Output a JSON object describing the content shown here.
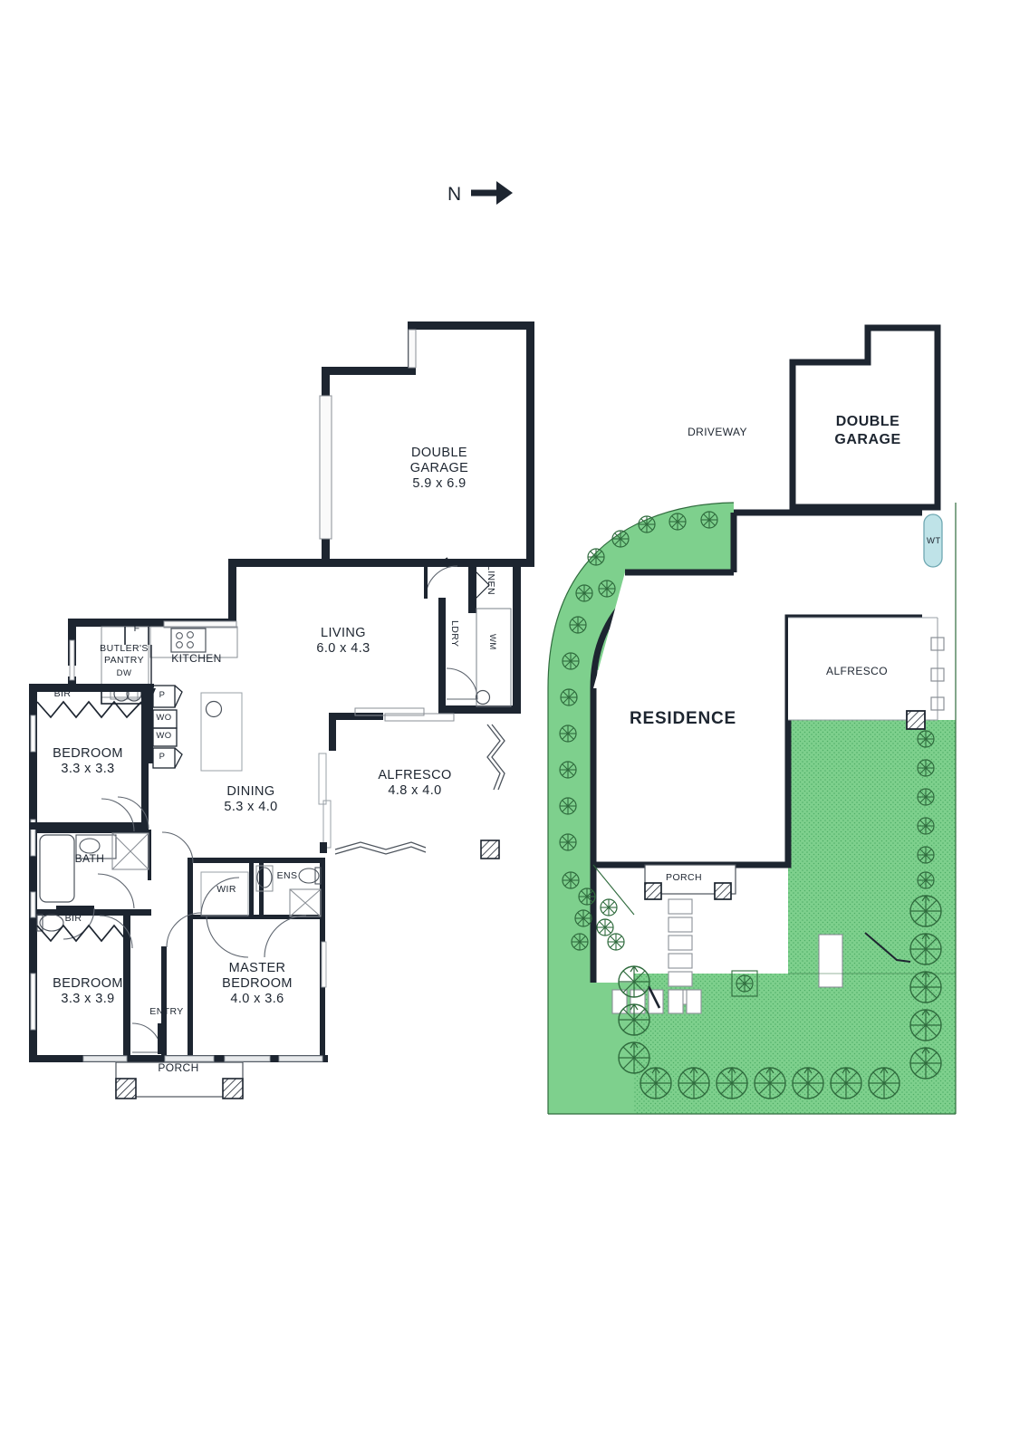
{
  "compass": {
    "label": "N",
    "icon": "north-arrow-icon"
  },
  "floorplan": {
    "rooms": [
      {
        "key": "double_garage",
        "name": "DOUBLE\nGARAGE",
        "line1": "DOUBLE",
        "line2": "GARAGE",
        "dim": "5.9 x 6.9"
      },
      {
        "key": "living",
        "line1": "LIVING",
        "dim": "6.0 x 4.3"
      },
      {
        "key": "dining",
        "line1": "DINING",
        "dim": "5.3 x 4.0"
      },
      {
        "key": "alfresco",
        "line1": "ALFRESCO",
        "dim": "4.8 x 4.0"
      },
      {
        "key": "bedroom2",
        "line1": "BEDROOM",
        "dim": "3.3 x 3.3"
      },
      {
        "key": "bedroom3",
        "line1": "BEDROOM",
        "dim": "3.3 x 3.9"
      },
      {
        "key": "master",
        "line1": "MASTER",
        "line2": "BEDROOM",
        "dim": "4.0 x 3.6"
      }
    ],
    "labels": {
      "kitchen": "KITCHEN",
      "butlers_pantry_l1": "BUTLER'S",
      "butlers_pantry_l2": "PANTRY",
      "dishwasher": "DW",
      "fridge": "F",
      "pantry_1": "P",
      "pantry_2": "P",
      "wall_oven_1": "WO",
      "wall_oven_2": "WO",
      "bir_1": "BIR",
      "bir_2": "BIR",
      "bath": "BATH",
      "wir": "WIR",
      "ens": "ENS",
      "laundry": "LDRY",
      "linen": "LINEN",
      "washing_machine": "WM",
      "entry": "ENTRY",
      "porch": "PORCH"
    }
  },
  "siteplan": {
    "labels": {
      "driveway": "DRIVEWAY",
      "double_garage_l1": "DOUBLE",
      "double_garage_l2": "GARAGE",
      "residence": "RESIDENCE",
      "alfresco": "ALFRESCO",
      "porch": "PORCH",
      "water_tank": "WT"
    }
  },
  "colors": {
    "wall": "#1d2530",
    "thin_line": "#3a3f4a",
    "garden_fill": "#7ed08d",
    "garden_stroke": "#2f6b3d",
    "water_tank": "#bfe3e8",
    "text": "#1d2530",
    "hatch": "#1d2530",
    "background": "#ffffff"
  }
}
